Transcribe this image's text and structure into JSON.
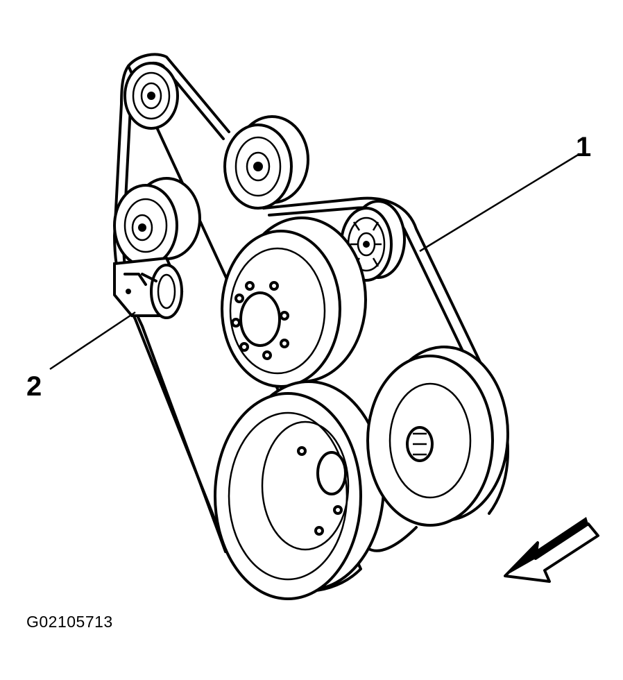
{
  "diagram": {
    "callouts": [
      {
        "id": "1",
        "label": "1"
      },
      {
        "id": "2",
        "label": "2"
      }
    ],
    "figure_code": "G02105713",
    "colors": {
      "line": "#000000",
      "background": "#ffffff"
    },
    "icons": [
      "front-direction-arrow-icon"
    ]
  }
}
